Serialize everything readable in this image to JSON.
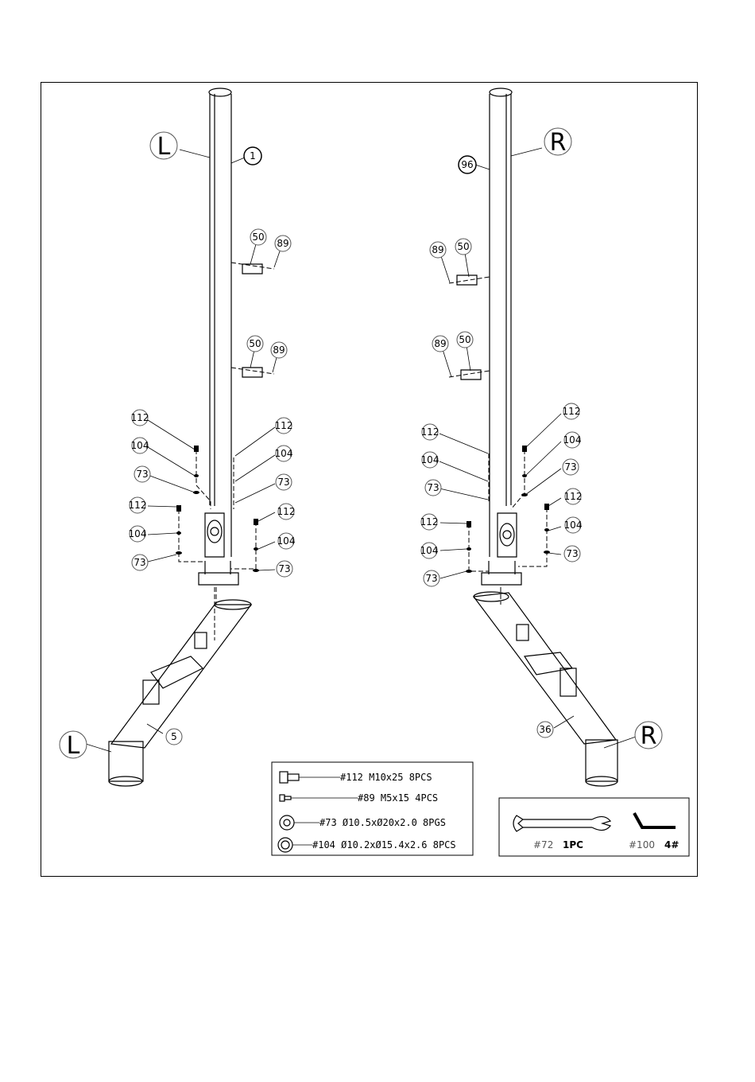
{
  "sides": {
    "left": "L",
    "right": "R"
  },
  "parts": {
    "upright_left": "1",
    "upright_right": "96",
    "bracket": "50",
    "pin": "89",
    "bolt": "112",
    "spring_washer": "104",
    "flat_washer": "73",
    "base_left": "5",
    "base_right": "36"
  },
  "hardware_box": [
    {
      "icon": "bolt-icon",
      "text": "#112 M10x25 8PCS"
    },
    {
      "icon": "small-bolt-icon",
      "text": "#89 M5x15 4PCS"
    },
    {
      "icon": "flat-washer-icon",
      "text": "#73 Ø10.5xØ20x2.0 8PGS"
    },
    {
      "icon": "spring-washer-icon",
      "text": "#104 Ø10.2xØ15.4x2.6 8PCS"
    }
  ],
  "tools_box": {
    "wrench_num": "#72",
    "wrench_qty": "1PC",
    "key_num": "#100",
    "key_size": "4#"
  }
}
